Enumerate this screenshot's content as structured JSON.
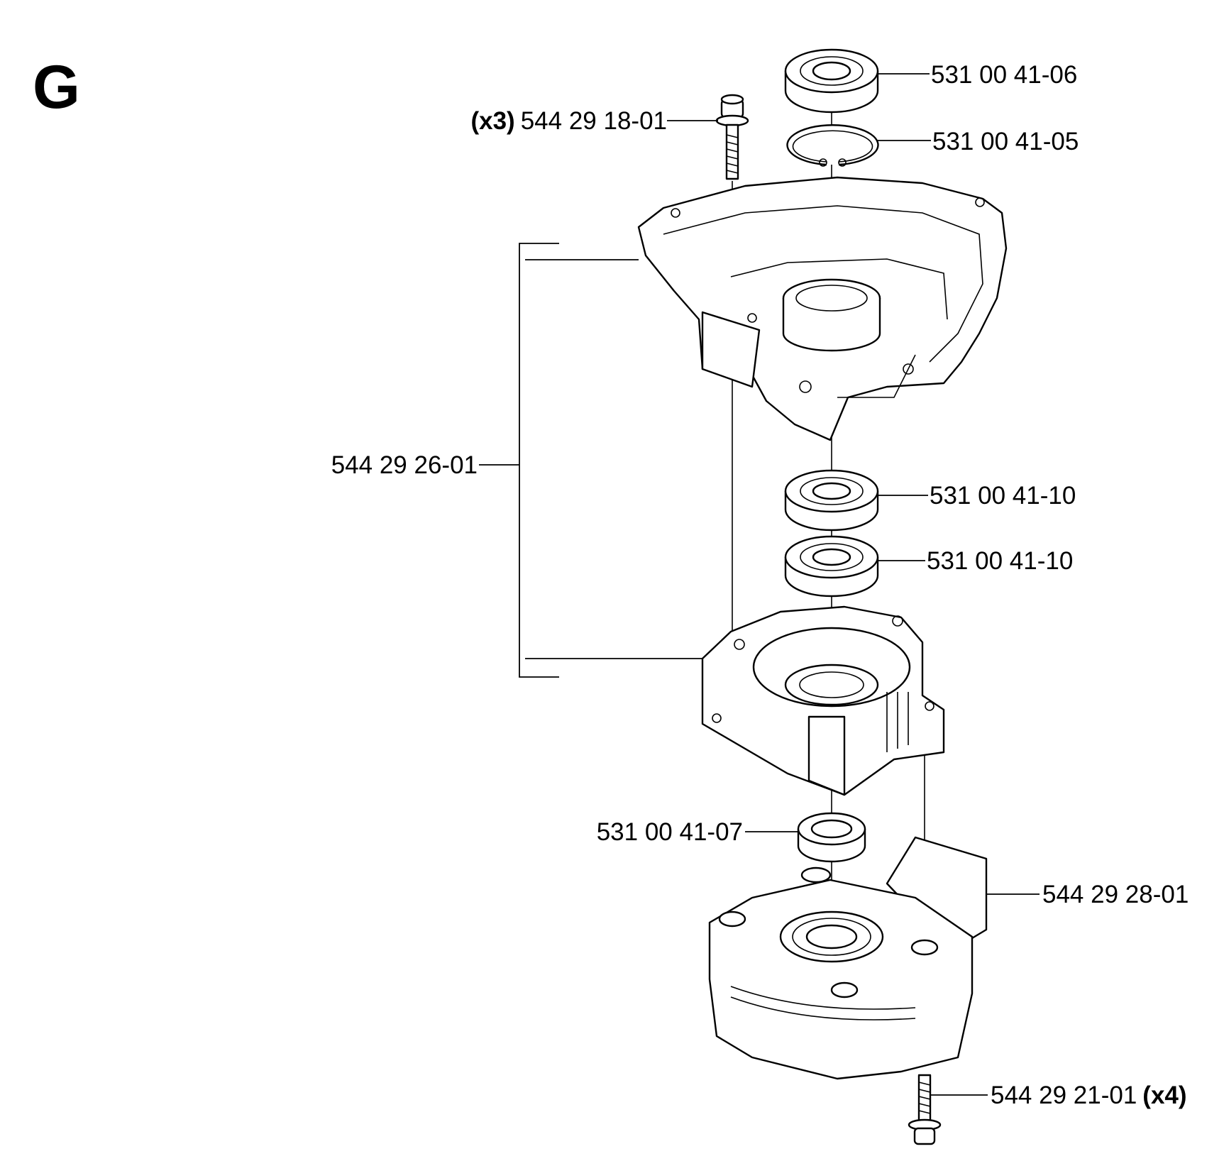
{
  "sheet": {
    "letter": "G"
  },
  "callouts": {
    "bearing_top": {
      "part_no": "531 00 41-06"
    },
    "circlip": {
      "part_no": "531 00 41-05"
    },
    "screw_top": {
      "qty": "(x3)",
      "part_no": "544 29 18-01"
    },
    "crankcase_set": {
      "part_no": "544 29 26-01"
    },
    "bearing_upper": {
      "part_no": "531 00 41-10"
    },
    "bearing_lower": {
      "part_no": "531 00 41-10"
    },
    "seal": {
      "part_no": "531 00 41-07"
    },
    "gear_housing": {
      "part_no": "544 29 28-01"
    },
    "screw_bottom": {
      "part_no": "544 29 21-01",
      "qty": "(x4)"
    }
  }
}
